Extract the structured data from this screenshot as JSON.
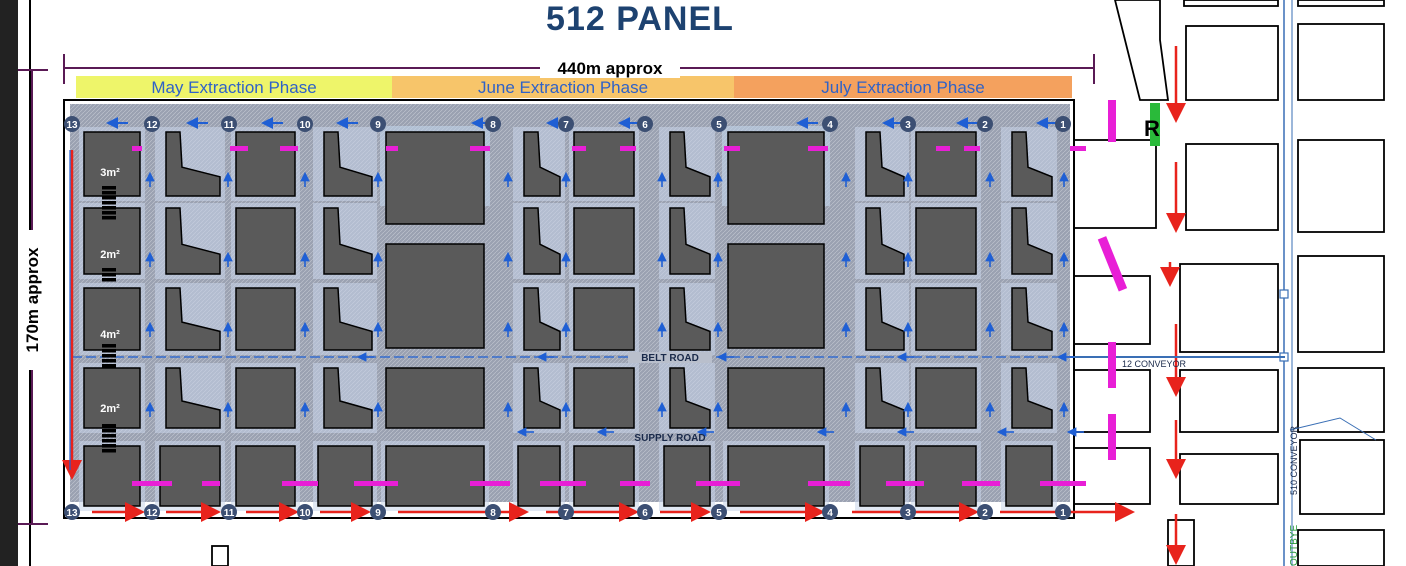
{
  "title": "512 PANEL",
  "width_label": "440m approx",
  "height_label": "170m approx",
  "phases": [
    {
      "label": "May Extraction Phase",
      "color": "#eef56a"
    },
    {
      "label": "June Extraction Phase",
      "color": "#f7c56a"
    },
    {
      "label": "July Extraction Phase",
      "color": "#f4a15e"
    }
  ],
  "roads": {
    "belt": "BELT ROAD",
    "supply": "SUPPLY ROAD"
  },
  "conveyors": {
    "c12": "12 CONVEYOR",
    "c510": "510 CONVEYOR",
    "outbye": "OUTBYE"
  },
  "area_labels": [
    "3m²",
    "2m²",
    "4m²",
    "2m²"
  ],
  "r_marker": "R",
  "top_numbers": [
    "13",
    "12",
    "11",
    "10",
    "9",
    "8",
    "7",
    "6",
    "5",
    "4",
    "3",
    "2",
    "1"
  ],
  "bottom_numbers": [
    "13",
    "12",
    "11",
    "10",
    "9",
    "8",
    "7",
    "6",
    "5",
    "4",
    "3",
    "2",
    "1"
  ],
  "colors": {
    "title": "#1d4270",
    "pillar": "#5a5a5a",
    "mined": "#8e95a6",
    "magenta": "#e81fd6",
    "arrow_red": "#e8231c",
    "arrow_blue": "#1f5fd4"
  }
}
